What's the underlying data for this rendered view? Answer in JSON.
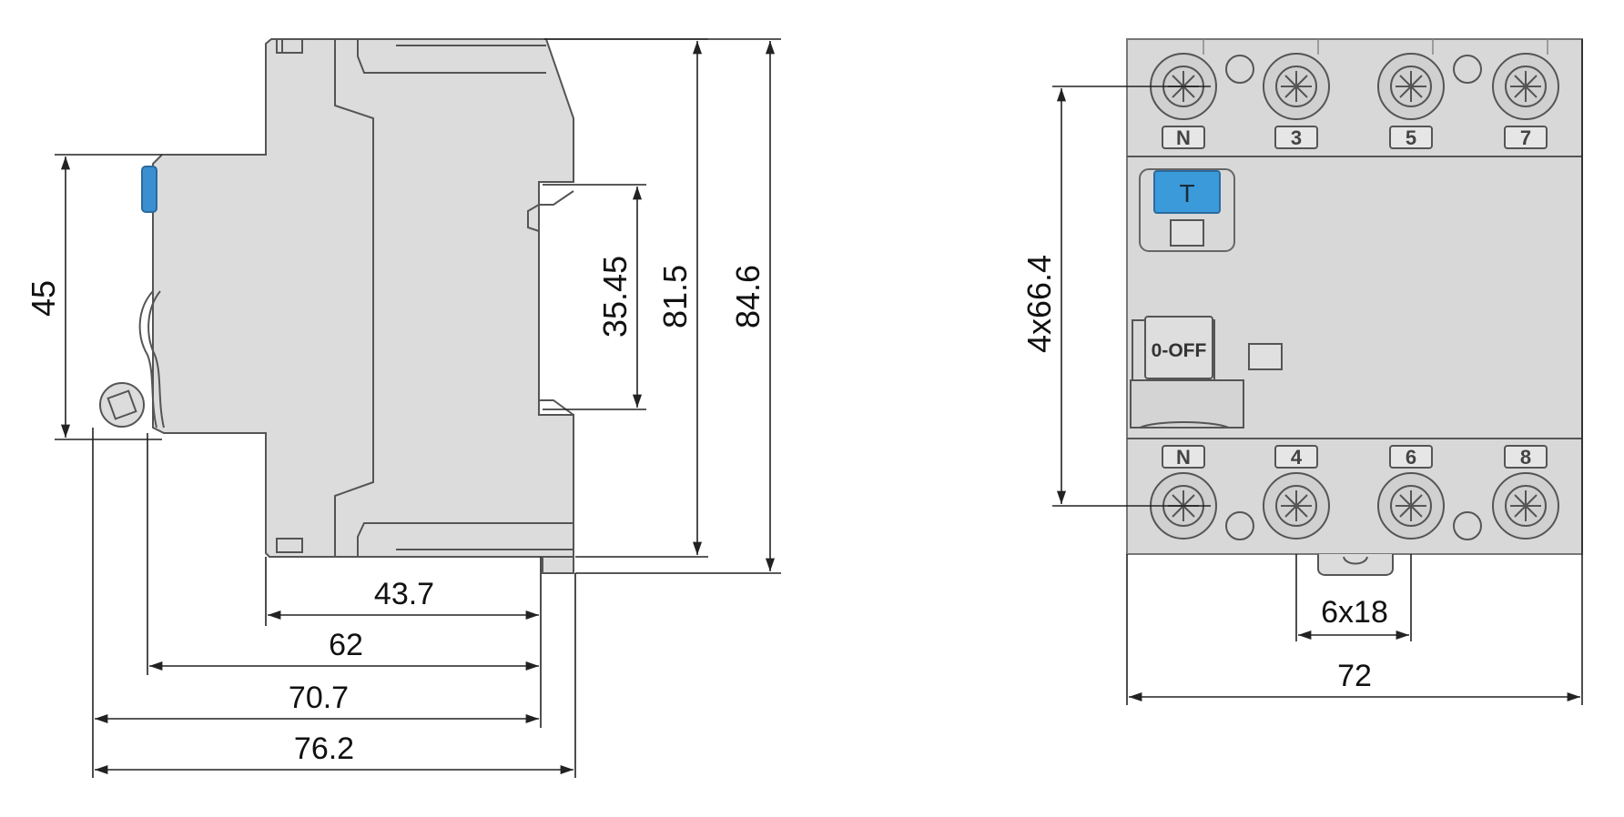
{
  "dimensions": {
    "side_view": {
      "height_45": "45",
      "din_rail_35_45": "35.45",
      "height_81_5": "81.5",
      "height_84_6": "84.6",
      "depth_43_7": "43.7",
      "depth_62": "62",
      "depth_70_7": "70.7",
      "depth_76_2": "76.2"
    },
    "front_view": {
      "terminal_pitch_vertical": "4x66.4",
      "module_pitch": "6x18",
      "total_width": "72"
    }
  },
  "front_view": {
    "top_terminals": [
      "N",
      "3",
      "5",
      "7"
    ],
    "bottom_terminals": [
      "N",
      "4",
      "6",
      "8"
    ],
    "test_button_label": "T",
    "lever_label": "0-OFF"
  },
  "colors": {
    "body": "#dcdcdc",
    "outline": "#555555",
    "test_button": "#3b9ad9",
    "side_button": "#3b8fd0",
    "dimension_lines": "#222222"
  }
}
